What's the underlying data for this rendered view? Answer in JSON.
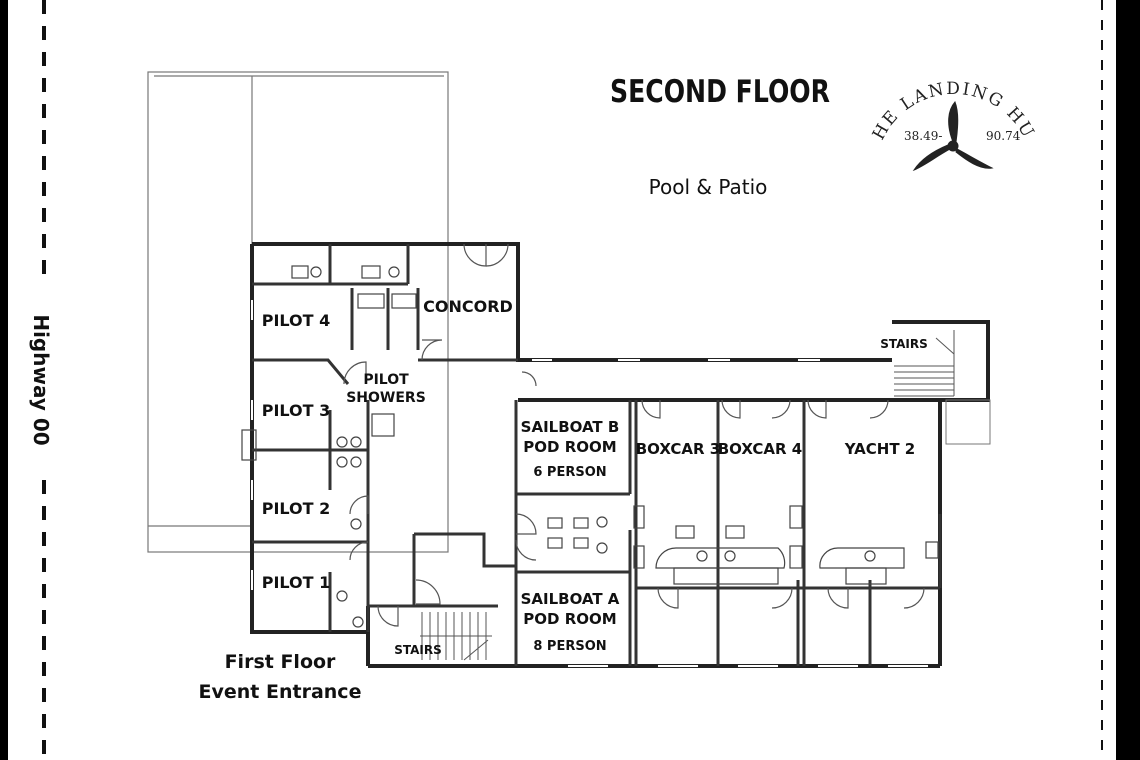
{
  "title": "SECOND FLOOR",
  "logo": {
    "name": "THE LANDING HUB",
    "lat": "38.49-",
    "lon": "90.74",
    "icon": "propeller-icon"
  },
  "outdoor": {
    "pool_patio": "Pool & Patio",
    "highway": "Highway 00",
    "entrance_line1": "First Floor",
    "entrance_line2": "Event Entrance"
  },
  "rooms": {
    "concord": "CONCORD",
    "pilot4": "PILOT 4",
    "pilot3": "PILOT 3",
    "pilot2": "PILOT 2",
    "pilot1": "PILOT 1",
    "pilot_showers_1": "PILOT",
    "pilot_showers_2": "SHOWERS",
    "sailboat_b_1": "SAILBOAT B",
    "sailboat_b_2": "POD ROOM",
    "sailboat_b_3": "6 PERSON",
    "sailboat_a_1": "SAILBOAT A",
    "sailboat_a_2": "POD ROOM",
    "sailboat_a_3": "8 PERSON",
    "boxcar3": "BOXCAR 3",
    "boxcar4": "BOXCAR 4",
    "yacht2": "YACHT 2",
    "stairs_top": "STAIRS",
    "stairs_bottom": "STAIRS"
  },
  "colors": {
    "wall": "#222222",
    "line": "#555555",
    "background": "#ffffff"
  }
}
